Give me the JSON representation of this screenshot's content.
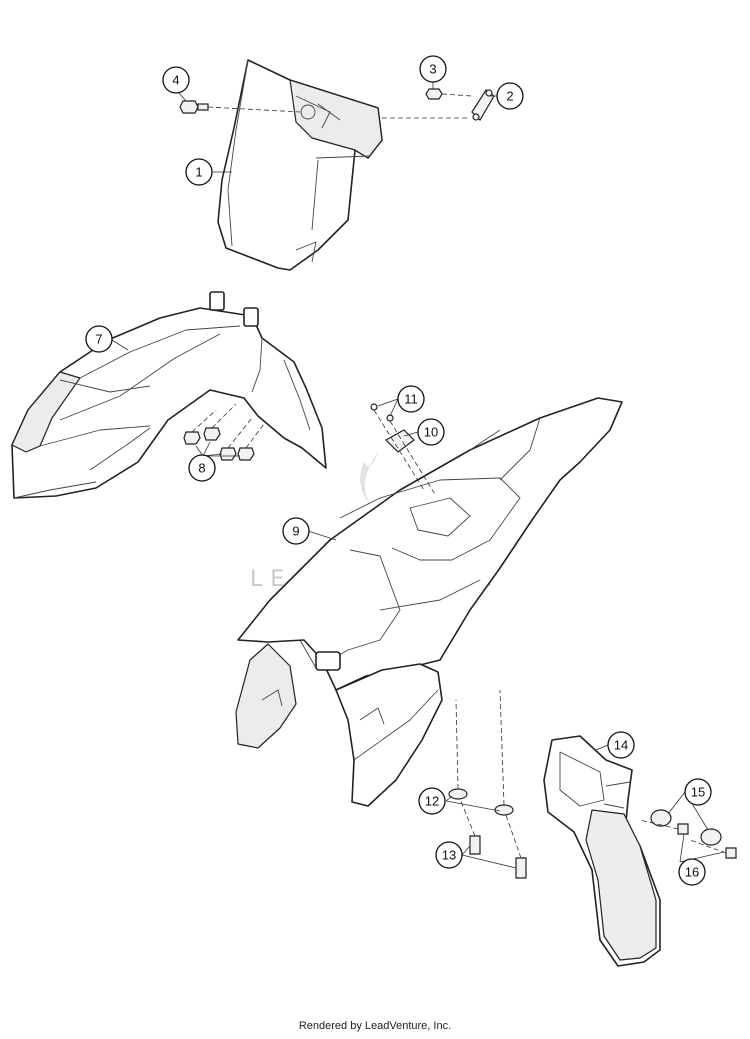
{
  "diagram": {
    "watermark": "LEADVENTURE",
    "footer": "Rendered by LeadVenture, Inc.",
    "callouts": [
      "1",
      "2",
      "3",
      "4",
      "7",
      "8",
      "9",
      "10",
      "11",
      "12",
      "13",
      "14",
      "15",
      "16"
    ]
  },
  "colors": {
    "line": "#222222",
    "background": "#ffffff",
    "watermark": "#c8c8c8"
  }
}
